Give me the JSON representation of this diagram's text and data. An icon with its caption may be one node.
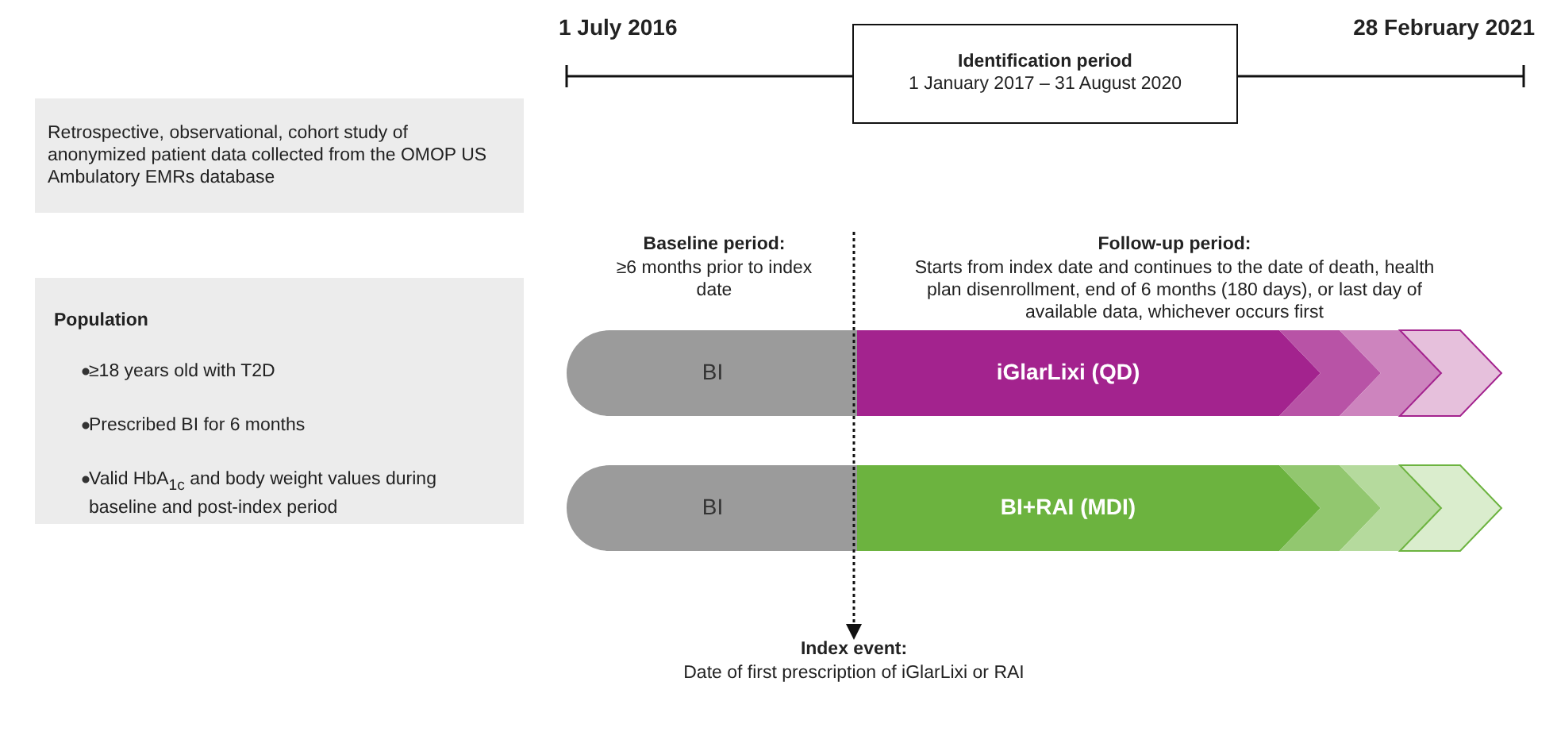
{
  "diagram": {
    "nodes": [
      {
        "text": [
          "Retrospective, observational, cohort study of anonymized patient data collected from the OMOP US Ambulatory EMRs database"
        ]
      },
      {
        "text": [
          "Population",
          "≥18 years old with T2D",
          "Prescribed BI for 6 months",
          "Valid HbA$_{1c}$ and body weight values during baseline and post-index period"
        ]
      },
      {
        "text": [
          "Identification period",
          "1 January 2017 – 31 August 2020"
        ]
      },
      {
        "text": [
          "BI"
        ]
      },
      {
        "text": [
          "iGlarLixi (QD)"
        ]
      },
      {
        "text": [
          "BI"
        ]
      },
      {
        "text": [
          "BI+RAI (MDI)"
        ]
      },
      {
        "text": [
          "Index event:",
          "Date of first prescription of iGlarLixi or RAI"
        ]
      }
    ],
    "edges": [
      {
        "from": null,
        "to": 7,
        "arrow": "to",
        "style": "dashed"
      }
    ],
    "labels": [
      "1 July 2016",
      "28 February 2021",
      "Baseline period:",
      "≥6 months prior to index date",
      "Follow-up period:",
      "Starts from index date and continues to the date of death, health plan disenrollment, end of 6 months (180 days), or last day of available data, whichever occurs first"
    ]
  }
}
